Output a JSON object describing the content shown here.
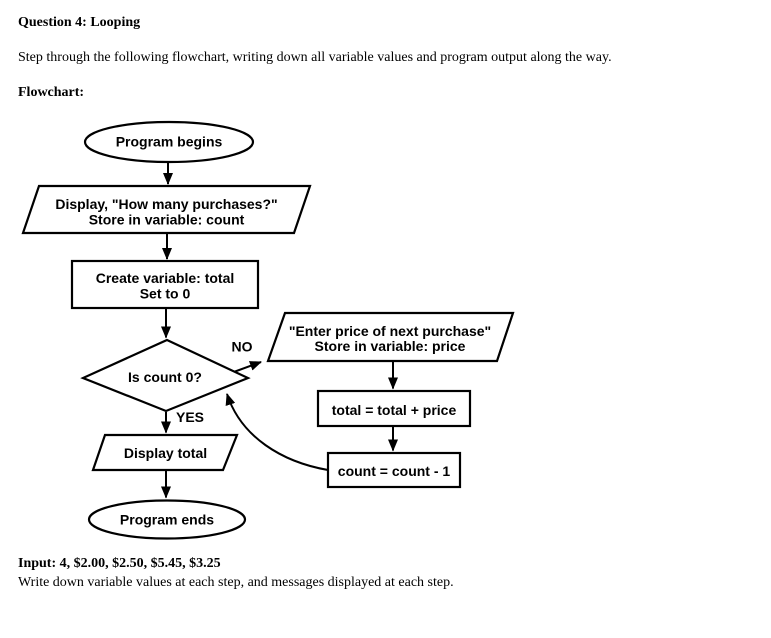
{
  "document": {
    "title": "Question 4: Looping",
    "intro": "Step through the following flowchart, writing down all variable values and program output along the way.",
    "flowchart_label": "Flowchart:",
    "input_line": "Input: 4, $2.00, $2.50, $5.45, $3.25",
    "instructions": "Write down variable values at each step, and messages displayed at each step."
  },
  "flowchart": {
    "nodes": {
      "start": {
        "type": "terminator",
        "label": "Program begins"
      },
      "ask_count": {
        "type": "io",
        "line1": "Display, \"How many purchases?\"",
        "line2": "Store in variable: count"
      },
      "init_total": {
        "type": "process",
        "line1": "Create variable: total",
        "line2": "Set to 0"
      },
      "decision": {
        "type": "decision",
        "label": "Is count 0?"
      },
      "ask_price": {
        "type": "io",
        "line1": "\"Enter price of next purchase\"",
        "line2": "Store in variable: price"
      },
      "add_price": {
        "type": "process",
        "label": "total = total + price"
      },
      "decrement": {
        "type": "process",
        "label": "count = count - 1"
      },
      "show_total": {
        "type": "io",
        "label": "Display total"
      },
      "end": {
        "type": "terminator",
        "label": "Program ends"
      }
    },
    "edges": {
      "no_label": "NO",
      "yes_label": "YES"
    },
    "colors": {
      "stroke": "#000000",
      "fill": "#ffffff"
    }
  }
}
